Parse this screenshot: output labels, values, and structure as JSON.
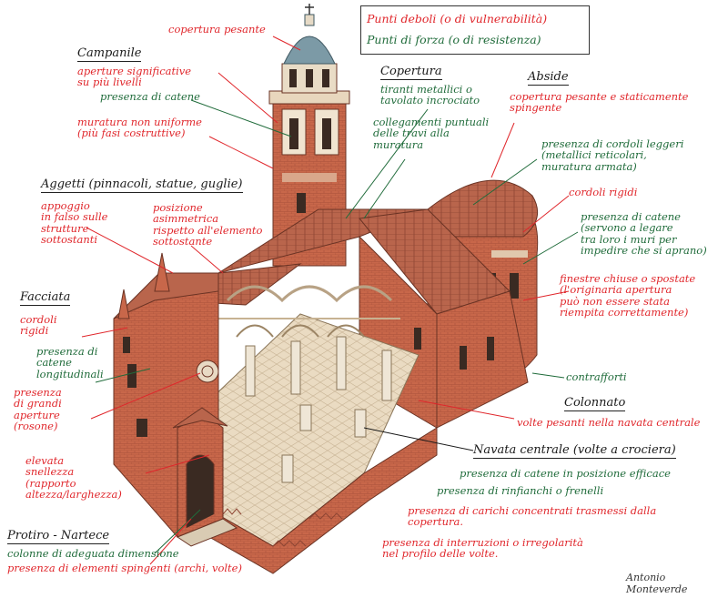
{
  "legend": {
    "weak": "Punti deboli (o di vulnerabilità)",
    "strong": "Punti di forza (o di resistenza)",
    "weak_color": "#e0262b",
    "strong_color": "#1f6b3a"
  },
  "labels": {
    "copertura_pesante": "copertura pesante",
    "campanile": "Campanile",
    "aperture_campanile": "aperture significative\nsu più livelli",
    "catene_campanile": "presenza di catene",
    "muratura_non_uniforme": "muratura non uniforme\n(più fasi costruttive)",
    "copertura": "Copertura",
    "tiranti": "tiranti metallici o\ntavolato incrociato",
    "collegamenti": "collegamenti puntuali\ndelle travi alla\nmuratura",
    "abside": "Abside",
    "copertura_abside": "copertura pesante e staticamente\nspingente",
    "cordoli_leggeri": "presenza di cordoli leggeri\n(metallici reticolari,\nmuratura armata)",
    "cordoli_rigidi_abside": "cordoli rigidi",
    "catene_abside": "presenza di catene\n(servono a legare\ntra loro i muri per\nimpedire che si aprano)",
    "finestre": "finestre chiuse o spostate\n(l'originaria apertura\npuò non essere stata\nriempita correttamente)",
    "aggetti": "Aggetti (pinnacoli, statue, guglie)",
    "appoggio": "appoggio\nin falso sulle\nstrutture\nsottostanti",
    "posizione": "posizione\nasimmetrica\nrispetto all'elemento\nsottostante",
    "facciata": "Facciata",
    "cordoli_facciata": "cordoli\nrigidi",
    "catene_long": "presenza di\ncatene\nlongitudinali",
    "grandi_aperture": "presenza\ndi grandi\naperture\n(rosone)",
    "snellezza": "elevata\nsnellezza\n(rapporto\naltezza/larghezza)",
    "contrafforti": "contrafforti",
    "colonnato": "Colonnato",
    "volte_pesanti": "volte pesanti nella navata centrale",
    "navata": "Navata centrale (volte a crociera)",
    "catene_efficace": "presenza di catene in posizione efficace",
    "rinfianchi": "presenza di rinfianchi o frenelli",
    "carichi": "presenza di carichi concentrati trasmessi dalla\ncopertura.",
    "interruzioni": "presenza di interruzioni o irregolarità\nnel profilo delle volte.",
    "protiro": "Protiro - Nartece",
    "colonne_adeguate": "colonne di adeguata dimensione",
    "elementi_spingenti": "presenza di elementi spingenti (archi, volte)"
  },
  "signature": "Antonio Monteverde"
}
